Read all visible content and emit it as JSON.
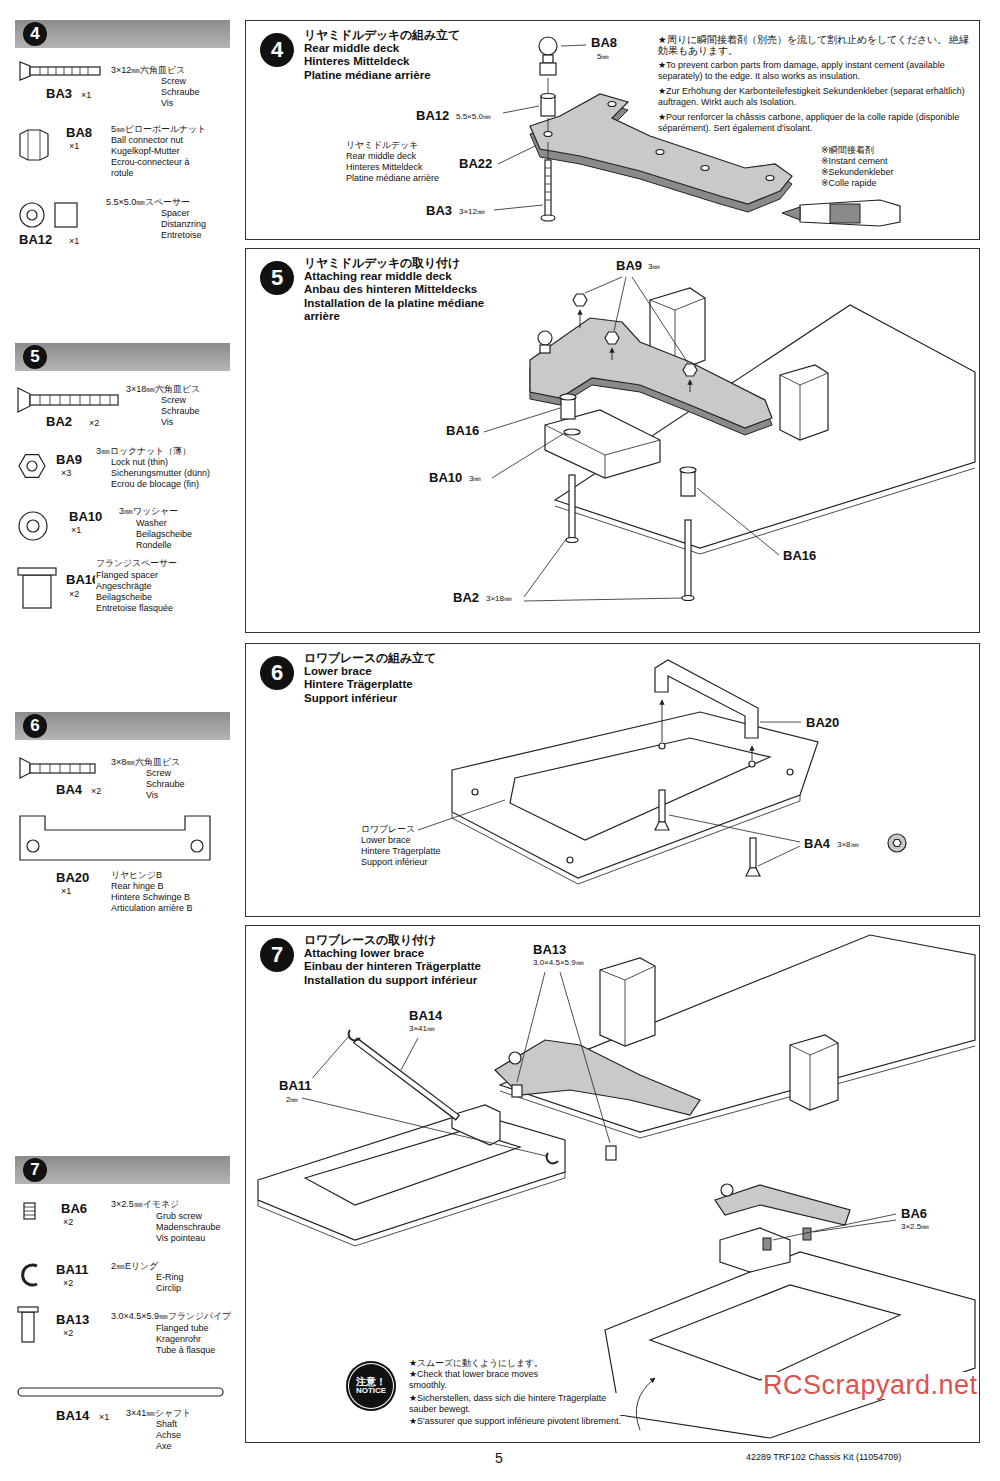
{
  "diagram": {
    "nodes": [
      {
        "text": [
          "4"
        ]
      },
      {
        "text": [
          "リヤミドルデッキの組み立て",
          "Rear middle deck",
          "Hinteres Mitteldeck",
          "Platine médiane arrière"
        ]
      },
      {
        "text": [
          "4"
        ],
        "in": 1
      },
      {
        "text": [
          "5"
        ]
      },
      {
        "text": [
          "リヤミドルデッキの取り付け",
          "Attaching rear middle deck",
          "Anbau des hinteren Mitteldecks",
          "Installation de la platine médiane arrière"
        ]
      },
      {
        "text": [
          "5"
        ],
        "in": 4
      },
      {
        "text": [
          "6"
        ]
      },
      {
        "text": [
          "ロワブレースの組み立て",
          "Lower brace",
          "Hintere Trägerplatte",
          "Support inférieur"
        ]
      },
      {
        "text": [
          "6"
        ],
        "in": 7
      },
      {
        "text": [
          "7"
        ]
      },
      {
        "text": [
          "ロワブレースの取り付け",
          "Attaching lower brace",
          "Einbau der hinteren Trägerplatte",
          "Installation du support inférieur"
        ]
      },
      {
        "text": [
          "7"
        ],
        "in": 10
      },
      {
        "text": [
          "注意！",
          "NOTICE"
        ],
        "in": 10
      }
    ],
    "labels": [
      "BA3",
      "×1",
      "3×12㎜六角皿ビス",
      "Screw",
      "Schraube",
      "Vis",
      "BA8",
      "×1",
      "5㎜ピローボールナット",
      "Ball connector nut",
      "Kugelkopf-Mutter",
      "Ecrou-connecteur à",
      "rotule",
      "5.5×5.0㎜スペーサー",
      "Spacer",
      "Distanzring",
      "Entretoise",
      "BA12",
      "×1",
      "3×18㎜六角皿ビス",
      "Screw",
      "Schraube",
      "Vis",
      "BA2",
      "×2",
      "BA9",
      "×3",
      "3㎜ロックナット（薄）",
      "Lock nut (thin)",
      "Sicherungsmutter (dünn)",
      "Ecrou de blocage (fin)",
      "BA10",
      "×1",
      "3㎜ワッシャー",
      "Washer",
      "Beilagscheibe",
      "Rondelle",
      "BA16",
      "×2",
      "フランジスペーサー",
      "Flanged spacer",
      "Angeschrägte",
      "Beilagscheibe",
      "Entretoise flasquée",
      "3×8㎜六角皿ビス",
      "Screw",
      "Schraube",
      "Vis",
      "BA4",
      "×2",
      "BA20",
      "×1",
      "リヤヒンジB",
      "Rear hinge B",
      "Hintere Schwinge B",
      "Articulation arrière B",
      "BA6",
      "×2",
      "3×2.5㎜イモネジ",
      "Grub screw",
      "Madenschraube",
      "Vis pointeau",
      "BA11",
      "×2",
      "2㎜Eリング",
      "E-Ring",
      "Circlip",
      "BA13",
      "×2",
      "3.0×4.5×5.9㎜フランジパイプ",
      "Flanged tube",
      "Kragenrohr",
      "Tube à flasque",
      "BA14",
      "×1",
      "3×41㎜シャフト",
      "Shaft",
      "Achse",
      "Axe",
      "BA8",
      "5㎜",
      "BA12",
      "5.5×5.0㎜",
      "リヤミドルデッキ",
      "Rear middle deck",
      "Hinteres Mitteldeck",
      "Platine médiane arrière",
      "BA22",
      "BA3",
      "3×12㎜",
      "★周りに瞬間接着剤（別売）を流して割れ止めをしてください。 絶縁効果もあります。",
      "★To prevent carbon parts from damage, apply instant cement (available separately) to the edge. It also works as insulation.",
      "★Zur Erhöhung der Karbonteilefestigkeit Sekundenkleber (separat erhältlich) auftragen. Wirkt auch als Isolation.",
      "★Pour renforcer la châssis carbone, appliquer de la colle rapide (disponible séparément). Sert également d'isolant.",
      "※瞬間接着剤",
      "※Instant cement",
      "※Sekundenkleber",
      "※Colle rapide",
      "BA9",
      "3㎜",
      "BA16",
      "BA10",
      "3㎜",
      "BA16",
      "BA2",
      "3×18㎜",
      "BA20",
      "ロワブレース",
      "Lower brace",
      "Hintere Trägerplatte",
      "Support inférieur",
      "BA4",
      "3×8㎜",
      "BA13",
      "3.0×4.5×5.9㎜",
      "BA14",
      "3×41㎜",
      "BA11",
      "2㎜",
      "BA6",
      "3×2.5㎜",
      "★スムーズに動くようにします。",
      "★Check that lower brace moves smoothly.",
      "★Sicherstellen, dass sich die hintere Trägerplatte sauber bewegt.",
      "★S'assurer que support inférieure pivotent librement.",
      "RCScrapyard.net",
      "5",
      "42289 TRF102 Chassis Kit (11054709)"
    ]
  }
}
